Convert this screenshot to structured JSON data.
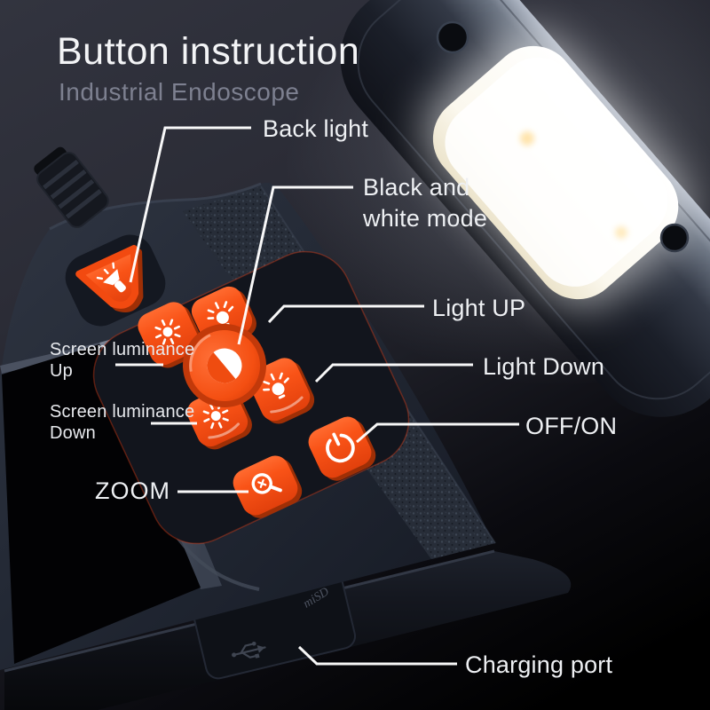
{
  "header": {
    "title": "Button instruction",
    "subtitle": "Industrial Endoscope"
  },
  "annotations": {
    "back_light": "Back light",
    "black_white_mode": "Black and\nwhite mode",
    "light_up": "Light UP",
    "light_down": "Light Down",
    "off_on": "OFF/ON",
    "screen_luminance_up": "Screen luminance\nUp",
    "screen_luminance_down": "Screen luminance\nDown",
    "zoom": "ZOOM",
    "charging_port": "Charging port"
  },
  "device": {
    "port_text": "miSD",
    "buttons": [
      {
        "label": "Back light",
        "icon": "flashlight-icon"
      },
      {
        "label": "Light UP",
        "icon": "lamp-icon"
      },
      {
        "label": "Light Down",
        "icon": "lamp-icon"
      },
      {
        "label": "Screen luminance Up",
        "icon": "sun-icon"
      },
      {
        "label": "Screen luminance Down",
        "icon": "sun-icon"
      },
      {
        "label": "Black and white mode",
        "icon": "contrast-icon"
      },
      {
        "label": "OFF/ON",
        "icon": "power-icon"
      },
      {
        "label": "ZOOM",
        "icon": "magnifier-icon"
      },
      {
        "label": "Charging port",
        "icon": "usb-icon"
      }
    ],
    "colors": {
      "button_orange": "#f85014",
      "body_dark": "#1d222c",
      "annotation_line": "#ffffff",
      "text_primary": "#f2f3f5",
      "text_secondary": "#7d8090",
      "led_glow": "#ffffff"
    }
  }
}
